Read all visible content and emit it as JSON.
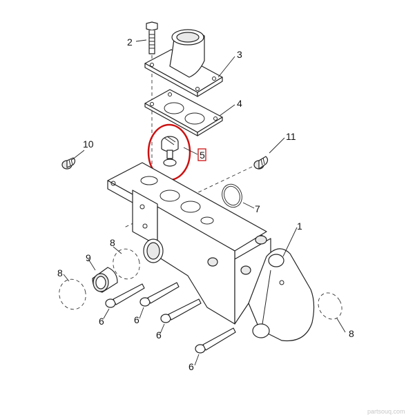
{
  "diagram": {
    "callouts": [
      {
        "id": "c2",
        "text": "2"
      },
      {
        "id": "c3",
        "text": "3"
      },
      {
        "id": "c4",
        "text": "4"
      },
      {
        "id": "c5",
        "text": "5"
      },
      {
        "id": "c10",
        "text": "10"
      },
      {
        "id": "c11",
        "text": "11"
      },
      {
        "id": "c7",
        "text": "7"
      },
      {
        "id": "c1",
        "text": "1"
      },
      {
        "id": "c8a",
        "text": "8"
      },
      {
        "id": "c9",
        "text": "9"
      },
      {
        "id": "c8b",
        "text": "8"
      },
      {
        "id": "c8c",
        "text": "8"
      },
      {
        "id": "c6a",
        "text": "6"
      },
      {
        "id": "c6b",
        "text": "6"
      },
      {
        "id": "c6c",
        "text": "6"
      },
      {
        "id": "c6d",
        "text": "6"
      }
    ],
    "highlight_color": "#cc1111",
    "watermark": "partsouq.com"
  }
}
